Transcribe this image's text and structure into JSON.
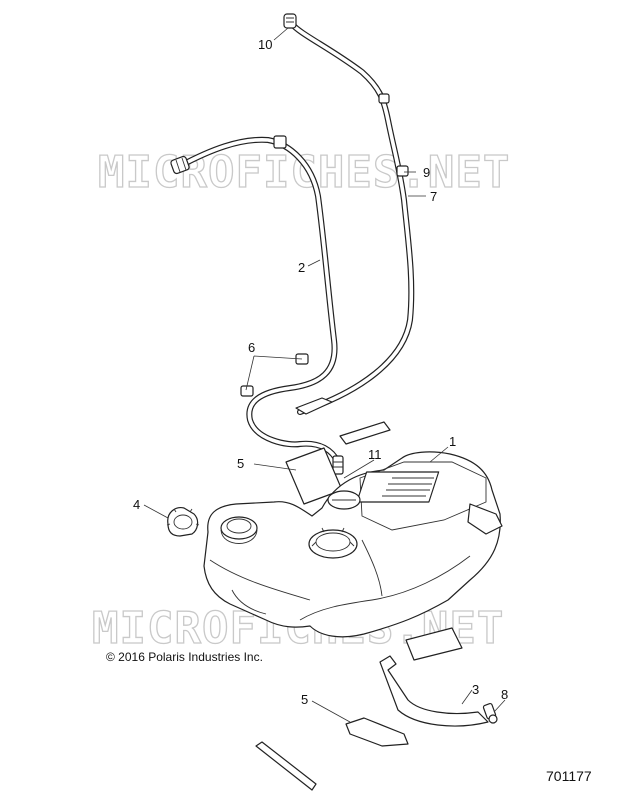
{
  "watermark": {
    "text": "MICROFICHES.NET"
  },
  "callouts": {
    "c1": "1",
    "c2": "2",
    "c3": "3",
    "c4": "4",
    "c5a": "5",
    "c5b": "5",
    "c6": "6",
    "c7": "7",
    "c8": "8",
    "c9": "9",
    "c10": "10",
    "c11": "11"
  },
  "copyright": "© 2016 Polaris Industries Inc.",
  "figure_number": "701177"
}
